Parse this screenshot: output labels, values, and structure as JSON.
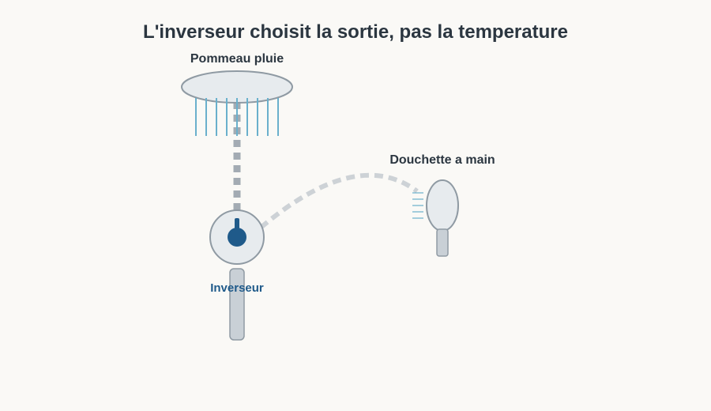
{
  "title": "L'inverseur choisit la sortie, pas la temperature",
  "labels": {
    "shower_head": "Pommeau pluie",
    "hand_shower": "Douchette a main",
    "diverter": "Inverseur"
  },
  "colors": {
    "background": "#faf9f6",
    "text": "#2b3640",
    "accent": "#1f5a8a",
    "water": "#6ab0cc",
    "active_pipe": "#a3abb3",
    "inactive_pipe": "#cdd2d6",
    "fixture_fill": "#e7ebee",
    "fixture_stroke": "#8f9aa3",
    "pipe_body": "#c9d0d6"
  },
  "state": {
    "selected_outlet": "Pommeau pluie"
  }
}
